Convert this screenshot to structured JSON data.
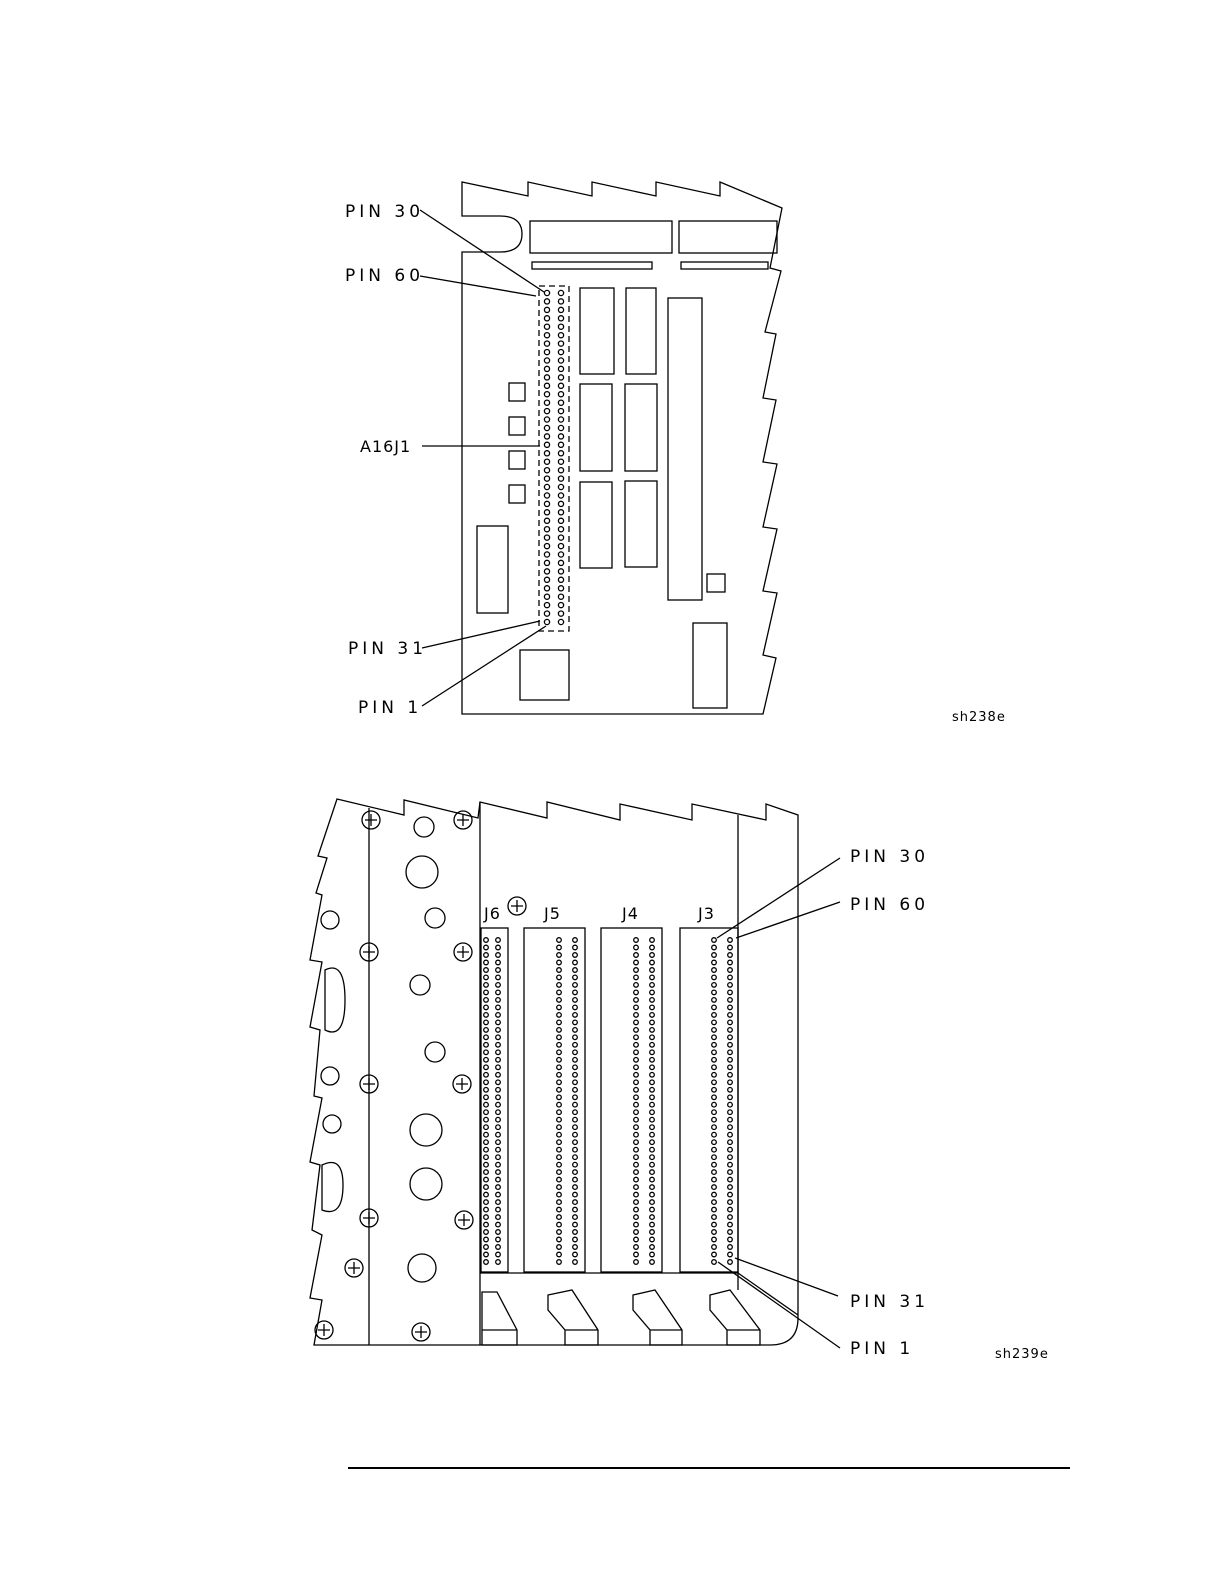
{
  "figure_top": {
    "labels": {
      "pin30": "PIN 30",
      "pin60": "PIN 60",
      "connector": "A16J1",
      "pin31": "PIN 31",
      "pin1": "PIN 1"
    },
    "figure_code": "sh238e"
  },
  "figure_bottom": {
    "connectors": [
      "J6",
      "J5",
      "J4",
      "J3"
    ],
    "labels": {
      "pin30": "PIN 30",
      "pin60": "PIN 60",
      "pin31": "PIN 31",
      "pin1": "PIN 1"
    },
    "figure_code": "sh239e"
  }
}
